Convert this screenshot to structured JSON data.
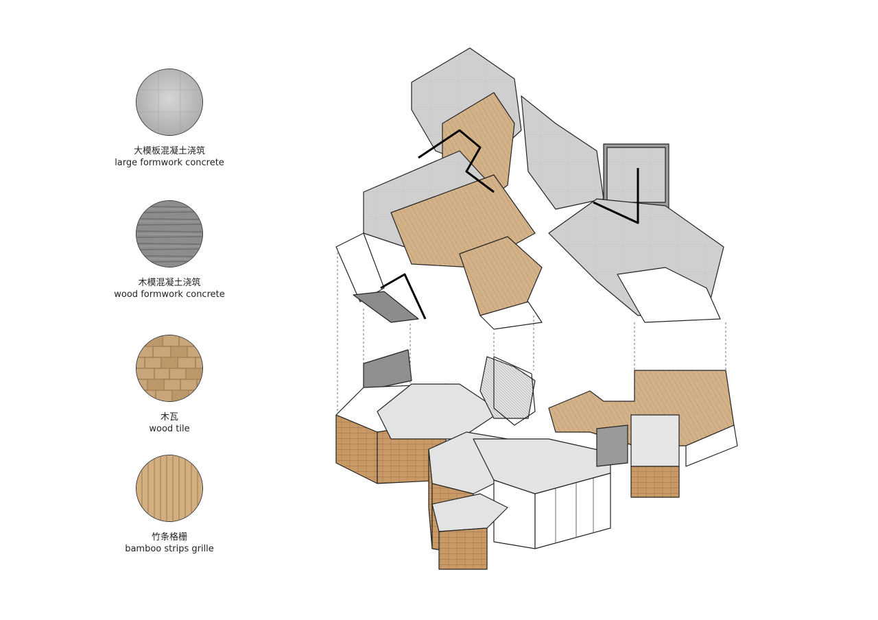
{
  "legend": {
    "items": [
      {
        "zh": "大模板混凝土浇筑",
        "en": "large formwork concrete",
        "material": "concrete-large"
      },
      {
        "zh": "木模混凝土浇筑",
        "en": "wood formwork concrete",
        "material": "concrete-wood"
      },
      {
        "zh": "木瓦",
        "en": "wood tile",
        "material": "wood-tile"
      },
      {
        "zh": "竹条格栅",
        "en": "bamboo strips grille",
        "material": "bamboo"
      }
    ]
  },
  "colors": {
    "concrete_light": "#cfcfcf",
    "concrete_dark": "#8f8f8f",
    "wood": "#c9a57a",
    "wood_dark": "#b48a5c",
    "outline": "#222222",
    "roof": "#e3e3e3",
    "wall_white": "#ffffff"
  }
}
